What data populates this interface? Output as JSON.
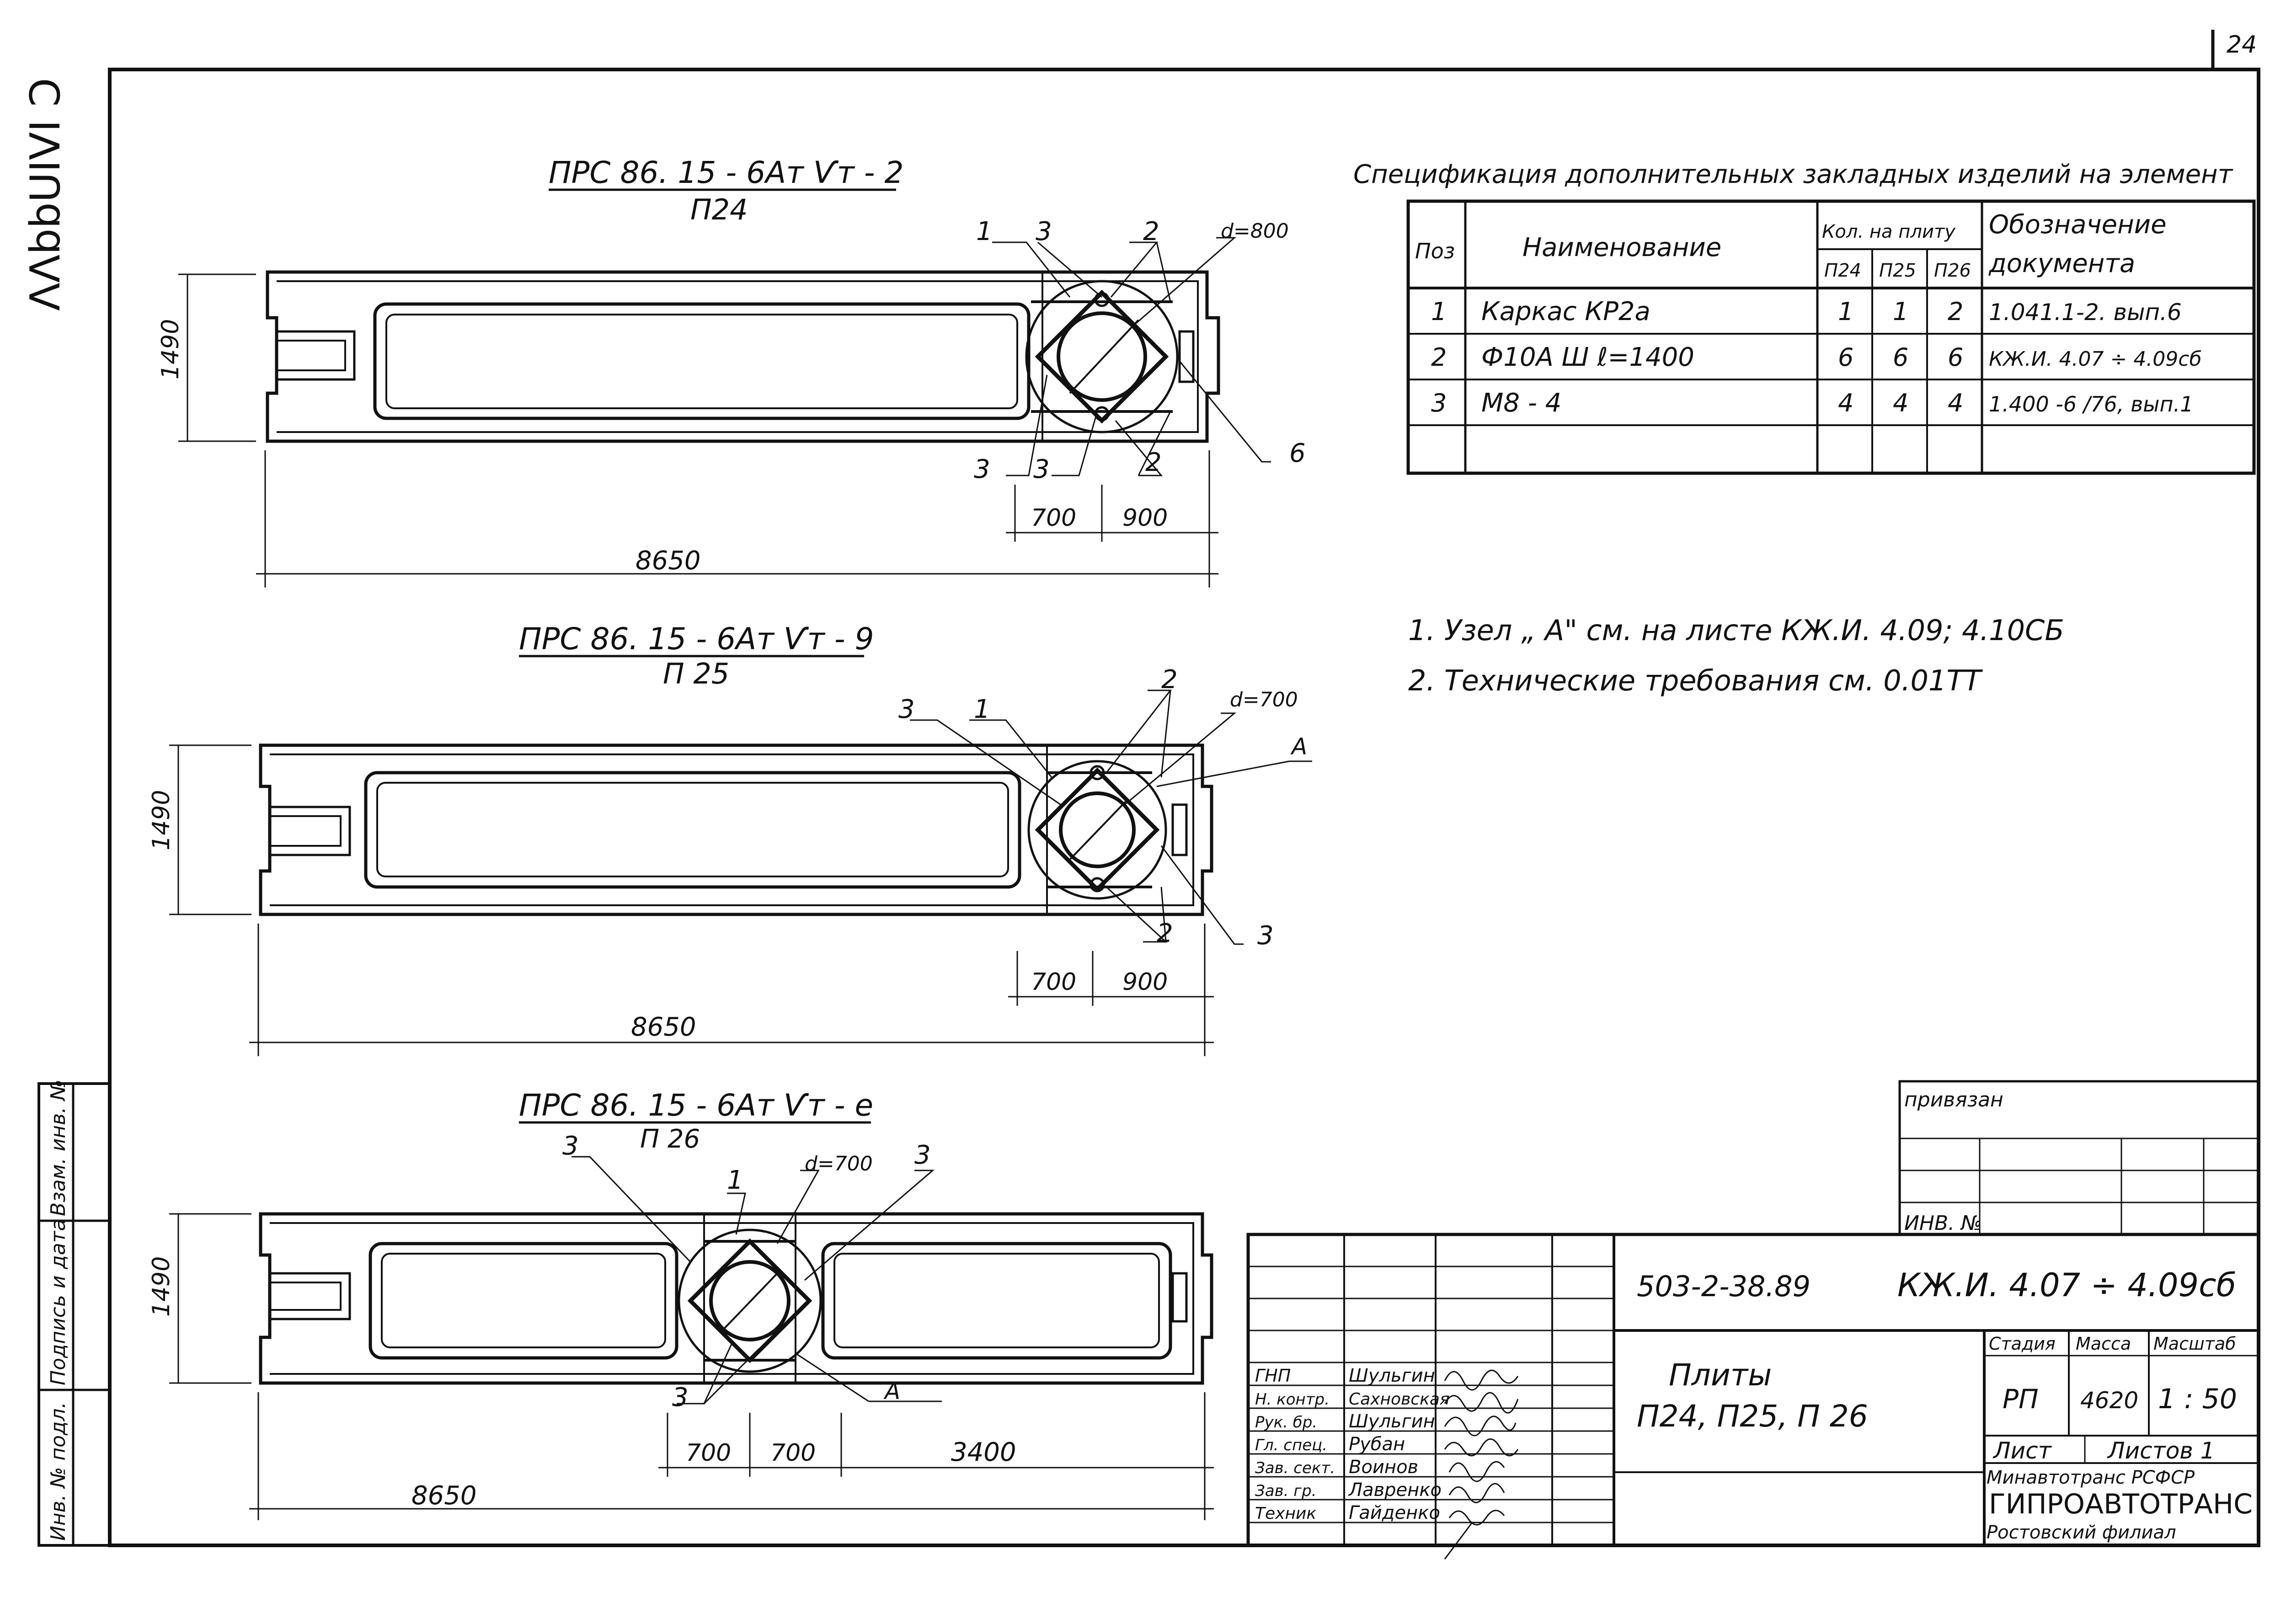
{
  "page_number": "24",
  "margin_note": "ΛΛbbUIVI Ͻ",
  "colors": {
    "ink": "#111111",
    "paper": "#ffffff"
  },
  "plates": [
    {
      "title": "ПРС 86. 15 - 6Ат Ѵт - 2",
      "subtitle": "П24",
      "height_dim": "1490",
      "length_dim": "8650",
      "seg_dims": [
        "700",
        "900"
      ],
      "hole_label": "d=800",
      "callouts": [
        "1",
        "3",
        "2",
        "3",
        "3",
        "2",
        "6"
      ]
    },
    {
      "title": "ПРС 86. 15 - 6Ат Ѵт - 9",
      "subtitle": "П 25",
      "height_dim": "1490",
      "length_dim": "8650",
      "seg_dims": [
        "700",
        "900"
      ],
      "hole_label": "d=700",
      "callouts": [
        "3",
        "1",
        "2",
        "A",
        "3",
        "2"
      ]
    },
    {
      "title": "ПРС 86. 15 - 6Ат Ѵт - е",
      "subtitle": "П 26",
      "height_dim": "1490",
      "length_dim": "8650",
      "seg_dims": [
        "700",
        "700",
        "3400"
      ],
      "hole_label": "d=700",
      "callouts": [
        "3",
        "1",
        "3",
        "3",
        "A"
      ]
    }
  ],
  "spec_table": {
    "caption": "Спецификация дополнительных закладных изделий на элемент",
    "headers": {
      "pos": "Поз",
      "name": "Наименование",
      "qty": "Кол. на плиту",
      "doc_line1": "Обозначение",
      "doc_line2": "документа",
      "sub": [
        "П24",
        "П25",
        "П26"
      ]
    },
    "rows": [
      {
        "pos": "1",
        "name": "Каркас КР2а",
        "q1": "1",
        "q2": "1",
        "q3": "2",
        "doc": "1.041.1-2. вып.6"
      },
      {
        "pos": "2",
        "name": "Ф10А Ш ℓ=1400",
        "q1": "6",
        "q2": "6",
        "q3": "6",
        "doc": "КЖ.И. 4.07 ÷ 4.09сб"
      },
      {
        "pos": "3",
        "name": "М8 - 4",
        "q1": "4",
        "q2": "4",
        "q3": "4",
        "doc": "1.400 -6 /76, вып.1"
      }
    ]
  },
  "notes": [
    "1. Узел „ А\" см. на листе КЖ.И. 4.09; 4.10СБ",
    "2. Технические требования см. 0.01ТТ"
  ],
  "side_stamp": [
    "Инв. № подл.",
    "Подпись и дата",
    "Взам. инв. №"
  ],
  "binding": {
    "label": "привязан",
    "inv": "ИНВ. №"
  },
  "title_block": {
    "doc_code": "503-2-38.89",
    "doc_mark": "КЖ.И. 4.07 ÷ 4.09сб",
    "name_line1": "Плиты",
    "name_line2": "П24, П25, П 26",
    "stage_header": "Стадия",
    "mass_header": "Масса",
    "scale_header": "Масштаб",
    "stage": "РП",
    "mass": "4620",
    "scale": "1 : 50",
    "sheet_label": "Лист",
    "sheets_label": "Листов 1",
    "org1": "Минавтотранс РСФСР",
    "org2": "ГИПРОАВТОТРАНС",
    "org3": "Ростовский филиал",
    "staff": [
      {
        "role": "ГНП",
        "name": "Шульгин"
      },
      {
        "role": "Н. контр.",
        "name": "Сахновская"
      },
      {
        "role": "Рук. бр.",
        "name": "Шульгин"
      },
      {
        "role": "Гл. спец.",
        "name": "Рубан"
      },
      {
        "role": "Зав. сект.",
        "name": "Воинов"
      },
      {
        "role": "Зав. гр.",
        "name": "Лавренко"
      },
      {
        "role": "Техник",
        "name": "Гайденко"
      }
    ]
  }
}
